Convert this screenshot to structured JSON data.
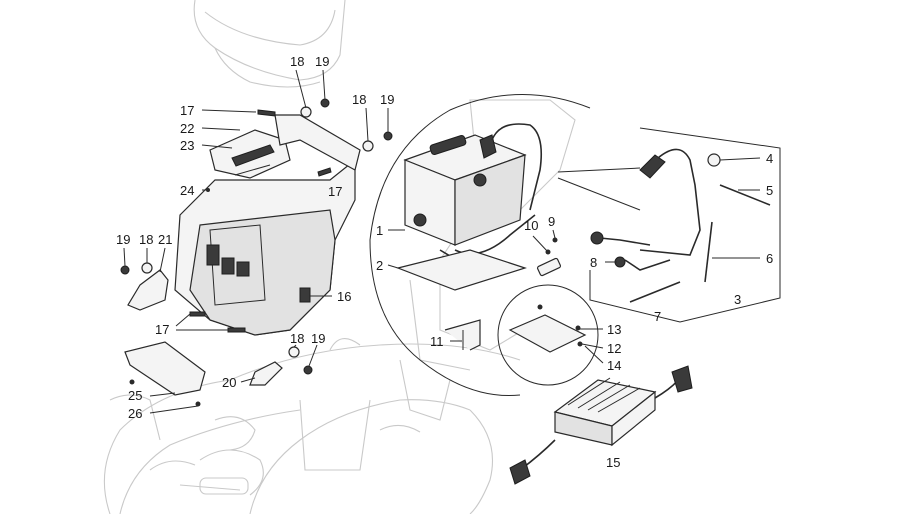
{
  "diagram": {
    "callouts": [
      {
        "id": "c18a",
        "text": "18"
      },
      {
        "id": "c19a",
        "text": "19"
      },
      {
        "id": "c18b",
        "text": "18"
      },
      {
        "id": "c19b",
        "text": "19"
      },
      {
        "id": "c17a",
        "text": "17"
      },
      {
        "id": "c22",
        "text": "22"
      },
      {
        "id": "c23",
        "text": "23"
      },
      {
        "id": "c24",
        "text": "24"
      },
      {
        "id": "c17b",
        "text": "17"
      },
      {
        "id": "c19c",
        "text": "19"
      },
      {
        "id": "c18c",
        "text": "18"
      },
      {
        "id": "c21",
        "text": "21"
      },
      {
        "id": "c16",
        "text": "16"
      },
      {
        "id": "c17c",
        "text": "17"
      },
      {
        "id": "c18d",
        "text": "18"
      },
      {
        "id": "c19d",
        "text": "19"
      },
      {
        "id": "c20",
        "text": "20"
      },
      {
        "id": "c25",
        "text": "25"
      },
      {
        "id": "c26",
        "text": "26"
      },
      {
        "id": "c1",
        "text": "1"
      },
      {
        "id": "c2",
        "text": "2"
      },
      {
        "id": "c10",
        "text": "10"
      },
      {
        "id": "c9",
        "text": "9"
      },
      {
        "id": "c11",
        "text": "11"
      },
      {
        "id": "c13",
        "text": "13"
      },
      {
        "id": "c12",
        "text": "12"
      },
      {
        "id": "c14",
        "text": "14"
      },
      {
        "id": "c15",
        "text": "15"
      },
      {
        "id": "c4",
        "text": "4"
      },
      {
        "id": "c5",
        "text": "5"
      },
      {
        "id": "c6",
        "text": "6"
      },
      {
        "id": "c8",
        "text": "8"
      },
      {
        "id": "c7",
        "text": "7"
      },
      {
        "id": "c3",
        "text": "3"
      }
    ]
  }
}
